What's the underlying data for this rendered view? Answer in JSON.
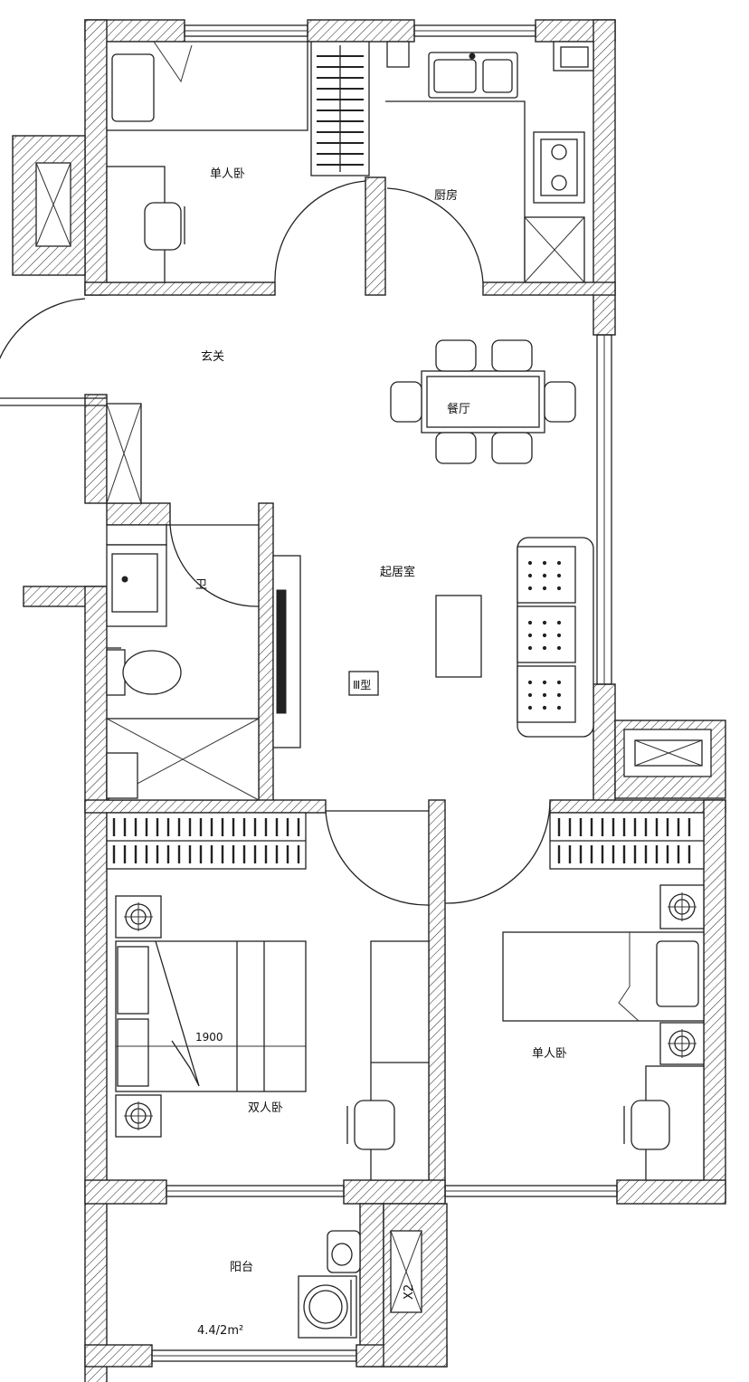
{
  "plan": {
    "model_code": "Ⅲ型",
    "rooms": {
      "bedroom_north": "单人卧",
      "kitchen": "厨房",
      "entrance": "玄关",
      "dining": "餐厅",
      "bathroom": "卫",
      "living": "起居室",
      "master_bedroom": "双人卧",
      "bedroom_south": "单人卧",
      "balcony": "阳台"
    },
    "balcony_area": "4.4/2m²",
    "bed_dimension": "1900",
    "shaft_label": "X2"
  },
  "colors": {
    "line": "#222222",
    "background": "#ffffff"
  }
}
